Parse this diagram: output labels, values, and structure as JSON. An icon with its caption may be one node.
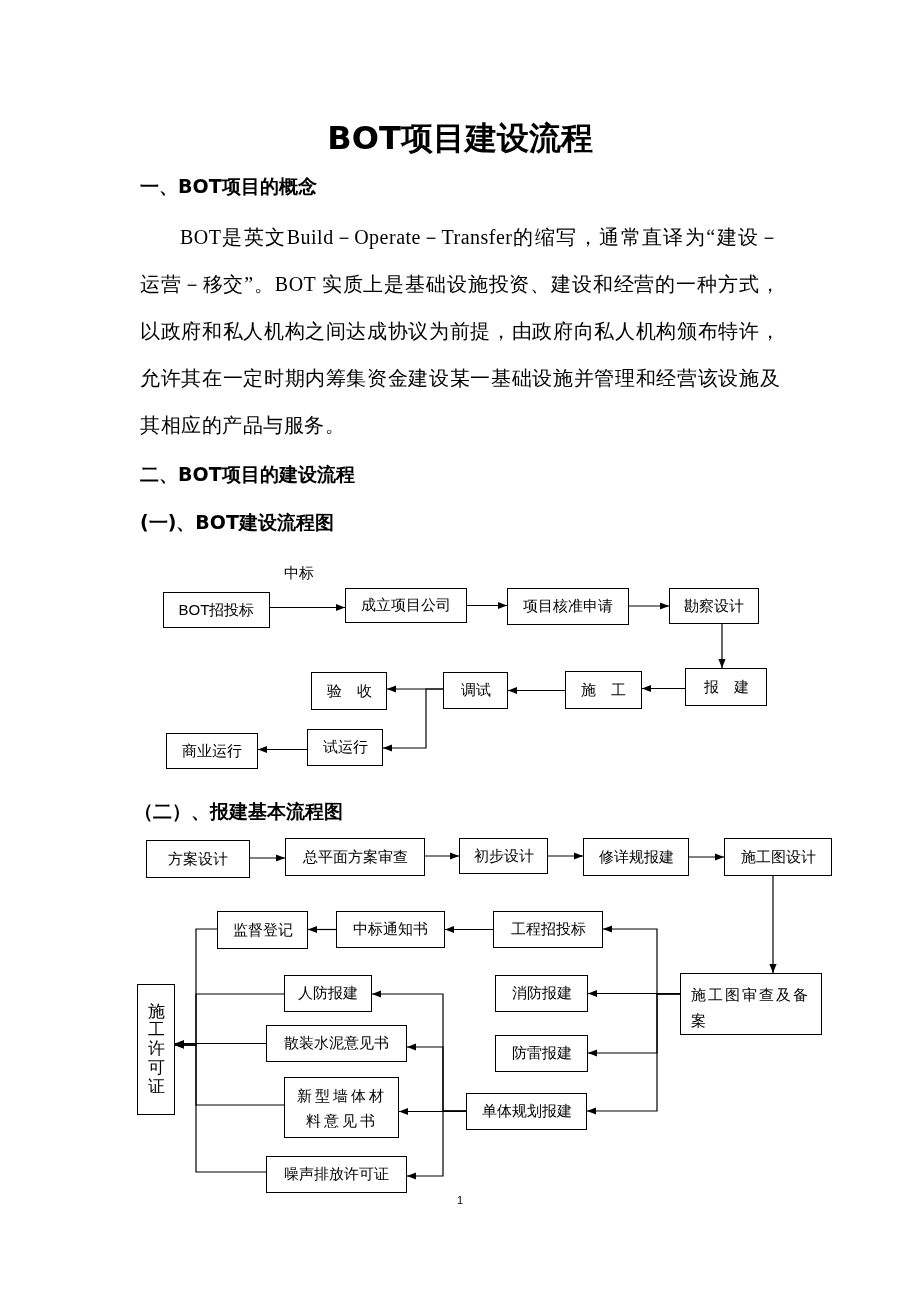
{
  "diagram": {
    "title": "BOT项目建设流程",
    "nodes": [
      {
        "text": [
          "BOT招投标"
        ]
      },
      {
        "text": [
          "成立项目公司"
        ]
      },
      {
        "text": [
          "项目核准申请"
        ]
      },
      {
        "text": [
          "勘察设计"
        ]
      },
      {
        "text": [
          "报　建"
        ]
      },
      {
        "text": [
          "施　工"
        ]
      },
      {
        "text": [
          "调试"
        ]
      },
      {
        "text": [
          "验　收"
        ]
      },
      {
        "text": [
          "试运行"
        ]
      },
      {
        "text": [
          "商业运行"
        ]
      },
      {
        "text": [
          "方案设计"
        ]
      },
      {
        "text": [
          "总平面方案审查"
        ]
      },
      {
        "text": [
          "初步设计"
        ]
      },
      {
        "text": [
          "修详规报建"
        ]
      },
      {
        "text": [
          "施工图设计"
        ]
      },
      {
        "text": [
          "施工图审查及备案"
        ]
      },
      {
        "text": [
          "工程招投标"
        ]
      },
      {
        "text": [
          "中标通知书"
        ]
      },
      {
        "text": [
          "监督登记"
        ]
      },
      {
        "text": [
          "消防报建"
        ]
      },
      {
        "text": [
          "防雷报建"
        ]
      },
      {
        "text": [
          "单体规划报建"
        ]
      },
      {
        "text": [
          "人防报建"
        ]
      },
      {
        "text": [
          "散装水泥意见书"
        ]
      },
      {
        "text": [
          "新型墙体材料意见书"
        ]
      },
      {
        "text": [
          "噪声排放许可证"
        ]
      },
      {
        "text": [
          "施工许可证"
        ]
      }
    ],
    "edges": [
      {
        "from": 0,
        "to": 1,
        "arrow": "to",
        "label": "中标"
      },
      {
        "from": 1,
        "to": 2,
        "arrow": "to"
      },
      {
        "from": 2,
        "to": 3,
        "arrow": "to"
      },
      {
        "from": 3,
        "to": 4,
        "arrow": "to"
      },
      {
        "from": 4,
        "to": 5,
        "arrow": "to"
      },
      {
        "from": 5,
        "to": 6,
        "arrow": "to"
      },
      {
        "from": 6,
        "to": 7,
        "arrow": "to"
      },
      {
        "from": 6,
        "to": 8,
        "arrow": "to"
      },
      {
        "from": 8,
        "to": 9,
        "arrow": "to"
      },
      {
        "from": 10,
        "to": 11,
        "arrow": "to"
      },
      {
        "from": 11,
        "to": 12,
        "arrow": "to"
      },
      {
        "from": 12,
        "to": 13,
        "arrow": "to"
      },
      {
        "from": 13,
        "to": 14,
        "arrow": "to"
      },
      {
        "from": 14,
        "to": 15,
        "arrow": "to"
      },
      {
        "from": 15,
        "to": 16,
        "arrow": "to"
      },
      {
        "from": 15,
        "to": 19,
        "arrow": "to"
      },
      {
        "from": 15,
        "to": 20,
        "arrow": "to"
      },
      {
        "from": 15,
        "to": 21,
        "arrow": "to"
      },
      {
        "from": 16,
        "to": 17,
        "arrow": "to"
      },
      {
        "from": 17,
        "to": 18,
        "arrow": "to"
      },
      {
        "from": 21,
        "to": 22,
        "arrow": "to"
      },
      {
        "from": 21,
        "to": 23,
        "arrow": "to"
      },
      {
        "from": 21,
        "to": 24,
        "arrow": "to"
      },
      {
        "from": 21,
        "to": 25,
        "arrow": "to"
      },
      {
        "from": 18,
        "to": 26,
        "arrow": "to"
      },
      {
        "from": 22,
        "to": 26,
        "arrow": "to"
      },
      {
        "from": 23,
        "to": 26,
        "arrow": "to"
      },
      {
        "from": 24,
        "to": 26,
        "arrow": "to"
      },
      {
        "from": 25,
        "to": 26,
        "arrow": "to"
      }
    ],
    "labels": [
      "一、BOT项目的概念",
      "BOT是英文Build－Operate－Transfer的缩写，通常直译为“建设－运营－移交”。BOT 实质上是基础设施投资、建设和经营的一种方式，以政府和私人机构之间达成协议为前提，由政府向私人机构颁布特许，允许其在一定时期内筹集资金建设某一基础设施并管理和经营该设施及其相应的产品与服务。",
      "二、BOT项目的建设流程",
      "(一)、BOT建设流程图",
      "（二）、报建基本流程图",
      "1"
    ]
  }
}
